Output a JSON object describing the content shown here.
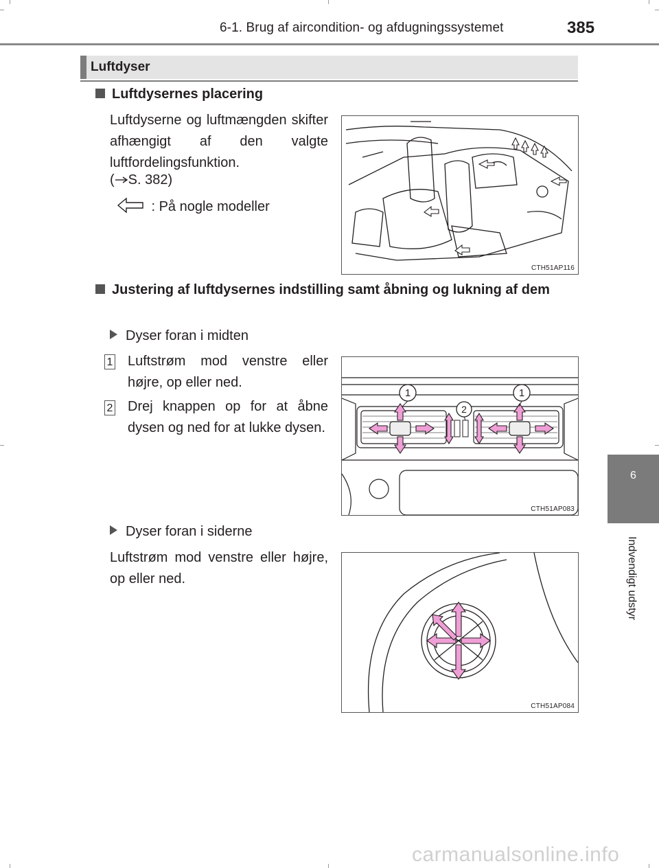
{
  "header": {
    "title": "6-1. Brug af aircondition- og afdugningssystemet",
    "page_number": "385"
  },
  "section": {
    "title": "Luftdyser"
  },
  "placement": {
    "heading": "Luftdysernes placering",
    "text": "Luftdyserne og luftmængden skifter afhængigt af den valgte luftfordelingsfunktion.",
    "reference": "S. 382",
    "legend": ": På nogle modeller",
    "figure_code": "CTH51AP116"
  },
  "adjust": {
    "heading": "Justering af luftdysernes indstilling samt åbning og lukning af dem",
    "center": {
      "title": "Dyser foran i midten",
      "items": [
        {
          "num": "1",
          "text": "Luftstrøm mod venstre eller højre, op eller ned."
        },
        {
          "num": "2",
          "text": "Drej knappen op for at åbne dysen og ned for at lukke dysen."
        }
      ],
      "figure_code": "CTH51AP083",
      "callout_1": "1",
      "callout_2": "2"
    },
    "side": {
      "title": "Dyser foran i siderne",
      "text": "Luftstrøm mod venstre eller højre, op eller ned.",
      "figure_code": "CTH51AP084"
    }
  },
  "side_tab": {
    "number": "6",
    "label": "Indvendigt udstyr"
  },
  "footer": {
    "watermark": "carmanualsonline.info"
  },
  "colors": {
    "arrow_fill": "#ef9fd6",
    "tab_gray": "#7b7b7b",
    "section_bar": "#e4e4e4"
  }
}
